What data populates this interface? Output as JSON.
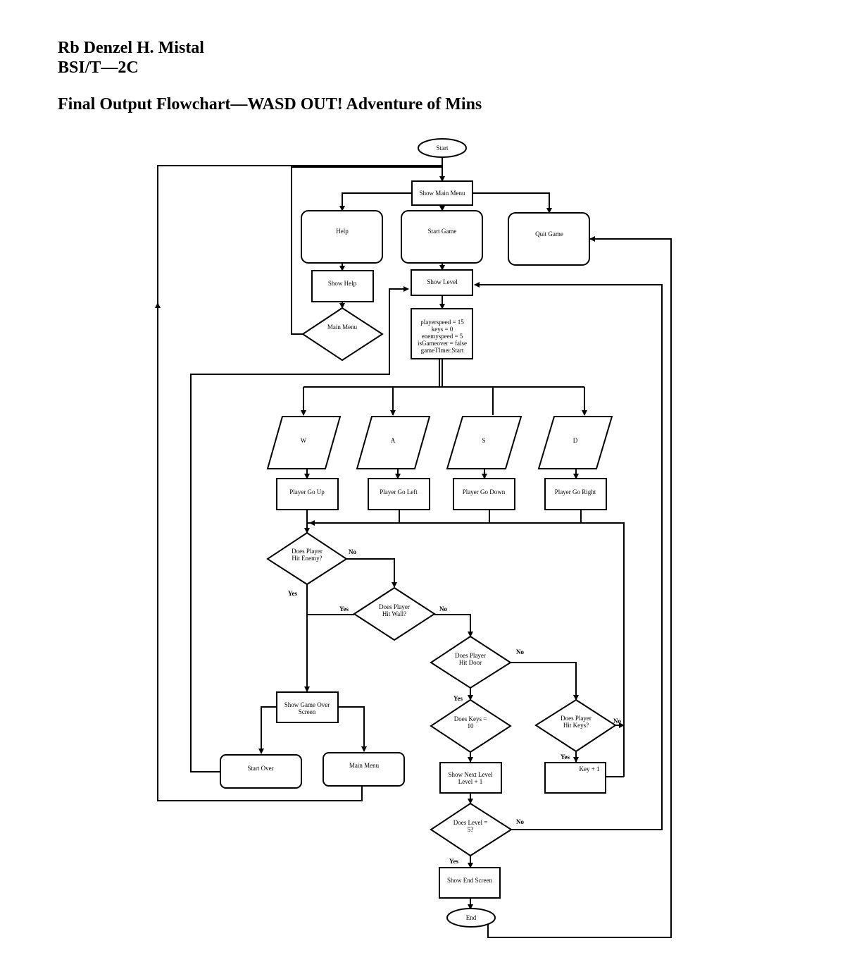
{
  "header": {
    "author": "Rb Denzel H. Mistal",
    "section": "BSI/T—2C",
    "title": "Final Output Flowchart—WASD OUT! Adventure of Mins"
  },
  "nodes": {
    "start": "Start",
    "show_main_menu": "Show Main Menu",
    "help": "Help",
    "start_game": "Start Game",
    "quit_game": "Quit Game",
    "show_help": "Show Help",
    "main_menu_decision": "Main Menu",
    "show_level": "Show Level",
    "init_vars": [
      "playerspeed = 15",
      "keys = 0",
      "enemyspeed = 5",
      "isGameover = false",
      "gameTImer.Start"
    ],
    "key_w": "W",
    "key_a": "A",
    "key_s": "S",
    "key_d": "D",
    "player_go_up": "Player Go Up",
    "player_go_left": "Player Go Left",
    "player_go_down": "Player Go Down",
    "player_go_right": "Player Go Right",
    "hit_enemy": [
      "Does Player",
      "Hit Enemy?"
    ],
    "hit_wall": [
      "Does Player",
      "Hit Wall?"
    ],
    "hit_door": [
      "Does Player",
      "Hit Door"
    ],
    "keys_10": [
      "Does Keys =",
      "10"
    ],
    "hit_keys": [
      "Does Player",
      "Hit Keys?"
    ],
    "show_game_over": [
      "Show Game Over",
      "Screen"
    ],
    "start_over": "Start Over",
    "main_menu_end": "Main Menu",
    "show_next_level": [
      "Show Next Level",
      "Level + 1"
    ],
    "key_plus_one": "Key + 1",
    "level_5": [
      "Does Level =",
      "5?"
    ],
    "show_end_screen": "Show End Screen",
    "end": "End"
  },
  "edge_labels": {
    "enemy_no": "No",
    "enemy_yes": "Yes",
    "wall_yes": "Yes",
    "wall_no": "No",
    "door_no": "No",
    "door_yes": "Yes",
    "keys_no": "No",
    "keys_yes": "Yes",
    "level_no": "No",
    "level_yes": "Yes"
  }
}
